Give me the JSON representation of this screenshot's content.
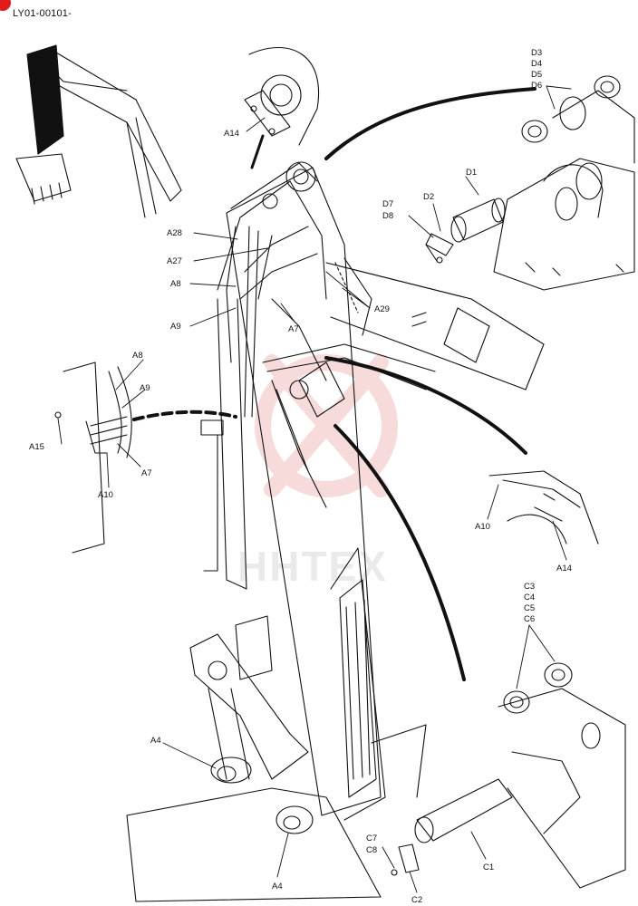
{
  "header": {
    "doc_code": "LY01-00101-"
  },
  "watermark": {
    "text": "HHTEX",
    "color": "#f4c8c8"
  },
  "colors": {
    "line": "#111111",
    "accent": "#e21c1c"
  },
  "callouts": {
    "a14_top": "A14",
    "a28": "A28",
    "a27": "A27",
    "a8": "A8",
    "a9": "A9",
    "a7": "A7",
    "a29": "A29",
    "d1": "D1",
    "d2": "D2",
    "d7": "D7",
    "d8": "D8",
    "d3": "D3",
    "d4": "D4",
    "d5": "D5",
    "d6": "D6",
    "inset_a8": "A8",
    "inset_a9": "A9",
    "inset_a15": "A15",
    "inset_a7": "A7",
    "inset_a10": "A10",
    "right_a10": "A10",
    "right_a14": "A14",
    "c3": "C3",
    "c4": "C4",
    "c5": "C5",
    "c6": "C6",
    "a4_upper": "A4",
    "a4_lower": "A4",
    "c7": "C7",
    "c8": "C8",
    "c1": "C1",
    "c2": "C2"
  }
}
